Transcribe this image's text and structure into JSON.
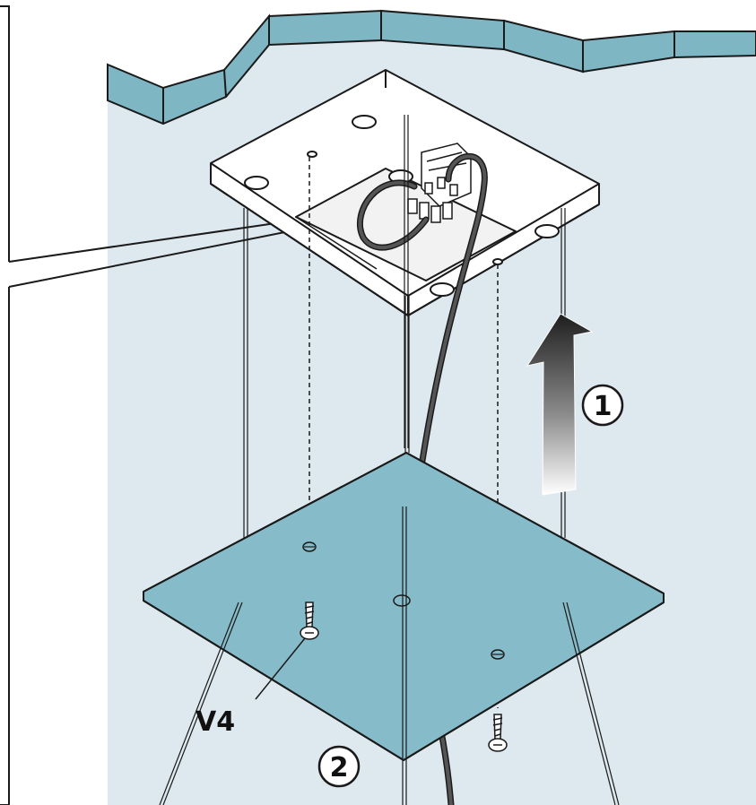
{
  "callouts": {
    "step_1": "1",
    "step_2": "2",
    "screw_code": "V4"
  },
  "colors": {
    "wall": "#dde8ef",
    "ceiling_band": "#7fb6c4",
    "plate": "#86bcc9",
    "outline": "#1a1a1a",
    "white": "#ffffff",
    "cable": "#555555"
  }
}
